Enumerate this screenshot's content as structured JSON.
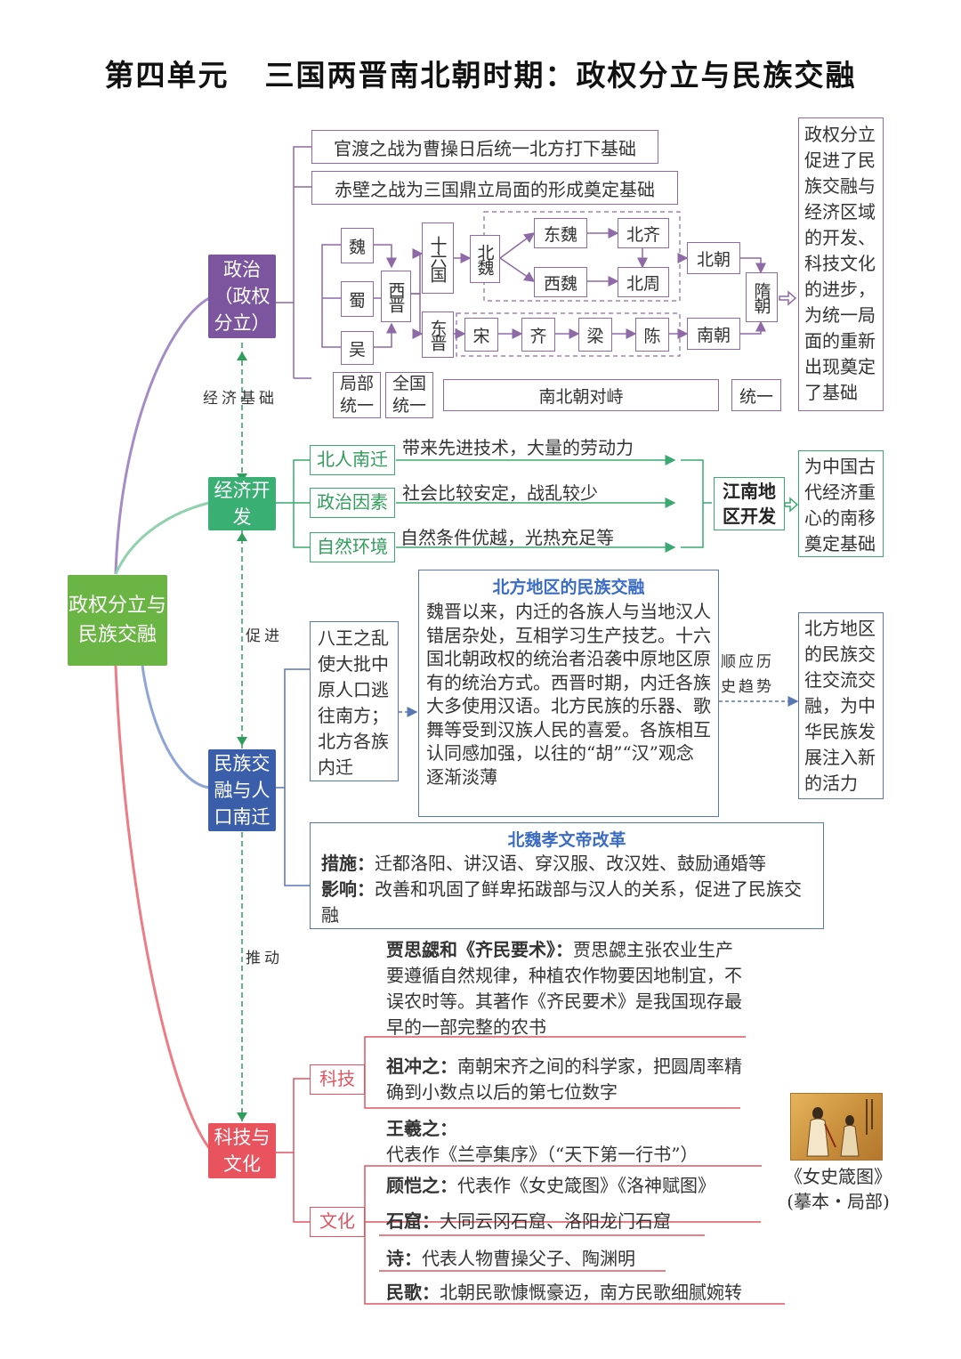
{
  "title": {
    "unit": "第四单元",
    "main": "三国两晋南北朝时期：政权分立与民族交融"
  },
  "center": "政权分立与民族交融",
  "colors": {
    "purple": "#7b559d",
    "green": "#3aaf74",
    "blue": "#3b5eab",
    "red": "#e8535e"
  },
  "categories": {
    "politics": "政治（政权分立）",
    "economy": "经济开发",
    "ethnic": "民族交融与人口南迁",
    "culture": "科技与文化"
  },
  "relations": {
    "economic_basis": "经济基础",
    "promote": "促进",
    "drive": "推动"
  },
  "politics": {
    "guandu": "官渡之战为曹操日后统一北方打下基础",
    "chibi": "赤壁之战为三国鼎立局面的形成奠定基础",
    "wei": "魏",
    "shu": "蜀",
    "wu": "吴",
    "xijin": "西晋",
    "dongjin": "东晋",
    "sixteen": "十六国",
    "beiwei": "北魏",
    "dongwei": "东魏",
    "xiwei": "西魏",
    "beiqi": "北齐",
    "beizhou": "北周",
    "song": "宋",
    "qi": "齐",
    "liang": "梁",
    "chen": "陈",
    "beichao": "北朝",
    "nanchao": "南朝",
    "sui": "隋朝",
    "partial": "局部统一",
    "national": "全国统一",
    "confront": "南北朝对峙",
    "unify": "统一",
    "result": "政权分立促进了民族交融与经济区域的开发、科技文化的进步，为统一局面的重新出现奠定了基础"
  },
  "economy": {
    "factors": [
      {
        "label": "北人南迁",
        "desc": "带来先进技术，大量的劳动力"
      },
      {
        "label": "政治因素",
        "desc": "社会比较安定，战乱较少"
      },
      {
        "label": "自然环境",
        "desc": "自然条件优越，光热充足等"
      }
    ],
    "center": "江南地区开发",
    "result": "为中国古代经济重心的南移奠定基础"
  },
  "ethnic": {
    "migration": "八王之乱使大批中原人口逃往南方；北方各族内迁",
    "north_title": "北方地区的民族交融",
    "north_body": "魏晋以来，内迁的各族人与当地汉人错居杂处，互相学习生产技艺。十六国北朝政权的统治者沿袭中原地区原有的统治方式。西晋时期，内迁各族大多使用汉语。北方民族的乐器、歌舞等受到汉族人民的喜爱。各族相互认同感加强，以往的“胡”“汉”观念逐渐淡薄",
    "trend": "顺应历史趋势",
    "result": "北方地区的民族交往交流交融，为中华民族发展注入新的活力",
    "reform_title": "北魏孝文帝改革",
    "measures_label": "措施：",
    "measures": "迁都洛阳、讲汉语、穿汉服、改汉姓、鼓励通婚等",
    "impact_label": "影响：",
    "impact": "改善和巩固了鲜卑拓跋部与汉人的关系，促进了民族交融"
  },
  "culture": {
    "tech": "科技",
    "arts": "文化",
    "jia_name": "贾思勰和《齐民要术》：",
    "jia_text": "贾思勰主张农业生产要遵循自然规律，种植农作物要因地制宜，不误农时等。其著作《齐民要术》是我国现存最早的一部完整的农书",
    "zu_name": "祖冲之：",
    "zu_text": "南朝宋齐之间的科学家，把圆周率精确到小数点以后的第七位数字",
    "wang_name": "王羲之：",
    "wang_text": "代表作《兰亭集序》（“天下第一行书”）",
    "gu_name": "顾恺之：",
    "gu_text": "代表作《女史箴图》《洛神赋图》",
    "shi_name": "石窟：",
    "shi_text": "大同云冈石窟、洛阳龙门石窟",
    "poem_name": "诗：",
    "poem_text": "代表人物曹操父子、陶渊明",
    "song_name": "民歌：",
    "song_text": "北朝民歌慷慨豪迈，南方民歌细腻婉转",
    "caption1": "《女史箴图》",
    "caption2": "(摹本・局部)"
  }
}
